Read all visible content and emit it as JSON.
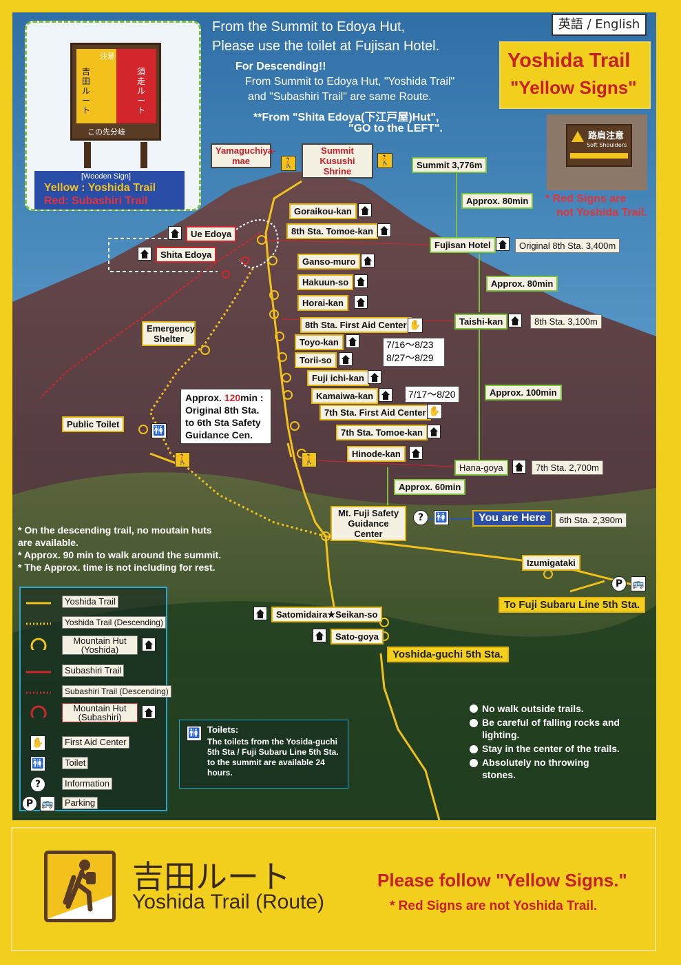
{
  "lang_tag": "英語 / English",
  "top_notice": {
    "line1": "From the Summit to Edoya Hut,",
    "line2": "Please use the toilet at Fujisan Hotel."
  },
  "descending": {
    "title": "For Descending!!",
    "line1": "From Summit to Edoya Hut, \"Yoshida Trail\"",
    "line2": "and \"Subashiri Trail\" are same Route.",
    "line3": "**From \"Shita Edoya(下江戸屋)Hut\",",
    "line4": "\"GO to the LEFT\"."
  },
  "title_box": {
    "line1": "Yoshida Trail",
    "line2": "\"Yellow Signs\""
  },
  "photo_sign": {
    "jp": "路肩注意",
    "en": "Soft Shoulders"
  },
  "red_sign_note": {
    "line1": "* Red Signs are",
    "line2": "not Yoshida Trail."
  },
  "wooden_sign": {
    "caution": "注意",
    "left_route": "吉田ルート",
    "right_route": "須走ルート",
    "fork": "この先分岐",
    "caption": "[Wooden Sign]",
    "yellow": "Yellow : Yoshida Trail",
    "red": "Red:  Subashiri Trail"
  },
  "labels": {
    "yamaguchiya": "Yamaguchiya-mae",
    "kusushi": "Summit Kusushi Shrine",
    "summit": "Summit 3,776m",
    "goraikou": "Goraikou-kan",
    "tomoe8": "8th Sta. Tomoe-kan",
    "ue_edoya": "Ue Edoya",
    "shita_edoya": "Shita Edoya",
    "ganso": "Ganso-muro",
    "hakuun": "Hakuun-so",
    "horai": "Horai-kan",
    "aid8": "8th Sta. First Aid Center",
    "toyo": "Toyo-kan",
    "torii": "Torii-so",
    "fujiichi": "Fuji ichi-kan",
    "kamaiwa": "Kamaiwa-kan",
    "aid7": "7th Sta. First Aid Center",
    "tomoe7": "7th Sta. Tomoe-kan",
    "hinode": "Hinode-kan",
    "emergency": "Emergency Shelter",
    "public_toilet": "Public Toilet",
    "fujisan_hotel": "Fujisan Hotel",
    "orig8": "Original 8th Sta.  3,400m",
    "taishi": "Taishi-kan",
    "sta8": "8th Sta. 3,100m",
    "hanagoya": "Hana-goya",
    "sta7": "7th Sta. 2,700m",
    "safety": "Mt. Fuji Safety Guidance Center",
    "you_are_here": "You are Here",
    "sta6": "6th Sta. 2,390m",
    "izumigataki": "Izumigataki",
    "subaru": "To Fuji Subaru Line 5th Sta.",
    "satomidaira": "Satomidaira★Seikan-so",
    "satogoya": "Sato-goya",
    "yoshidaguchi": "Yoshida-guchi 5th Sta."
  },
  "times": {
    "a80a": "Approx. 80min",
    "a80b": "Approx. 80min",
    "a100": "Approx. 100min",
    "a60": "Approx. 60min"
  },
  "dates": {
    "d1": "7/16〜8/23",
    "d2": "8/27〜8/29",
    "d3": "7/17〜8/20"
  },
  "approx_box": {
    "prefix": "Approx. ",
    "minutes": "120",
    "suffix": "min :",
    "line2": "Original 8th Sta.",
    "line3": "to 6th Sta Safety",
    "line4": "Guidance Cen."
  },
  "notes": [
    "* On the descending trail, no moutain huts",
    "   are available.",
    "* Approx. 90 min to walk around the summit.",
    "* The Approx. time is not including for rest."
  ],
  "legend": [
    "Yoshida Trail",
    "Yoshida Trail (Descending)",
    "Mountain Hut (Yoshida)",
    "Subashiri Trail",
    "Subashiri Trail (Descending)",
    "Mountain Hut (Subashiri)",
    "First Aid Center",
    "Toilet",
    "Information",
    "Parking"
  ],
  "toilets_box": {
    "title": "Toilets:",
    "body": "The toilets from the Yosida-guchi 5th Sta / Fuji Subaru Line 5th Sta. to the summit are available 24 hours."
  },
  "rules": [
    "No walk outside trails.",
    "Be careful of falling rocks and lighting.",
    "Stay in the center of the trails.",
    "Absolutely no throwing stones."
  ],
  "bottom": {
    "jp": "吉田ルート",
    "en": "Yoshida Trail (Route)",
    "follow": "Please follow \"Yellow Signs.\"",
    "not": "* Red Signs are not Yoshida Trail."
  },
  "colors": {
    "frame": "#f2cf1c",
    "trail_yellow": "#f2c11c",
    "trail_red": "#d2262c",
    "route_green": "#7cc23c",
    "title_red": "#c8202a"
  }
}
